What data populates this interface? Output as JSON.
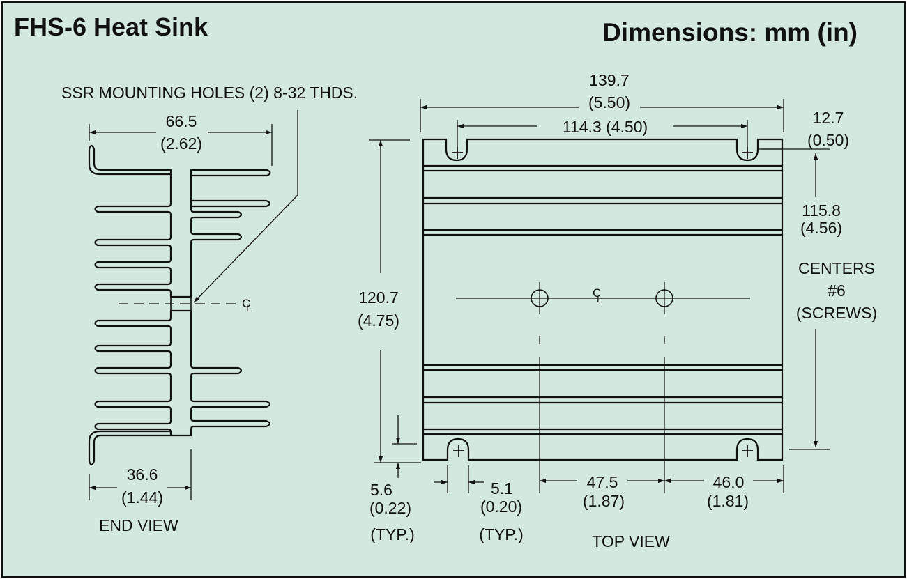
{
  "colors": {
    "background": "#d3e8de",
    "border": "#111111",
    "ink": "#111111"
  },
  "header": {
    "title": "FHS-6 Heat Sink",
    "units": "Dimensions: mm (in)"
  },
  "end_view": {
    "caption": "END VIEW",
    "mounting_note": "SSR MOUNTING HOLES (2) 8-32 THDS.",
    "width": {
      "mm": "66.5",
      "in": "(2.62)"
    },
    "base_width": {
      "mm": "36.6",
      "in": "(1.44)"
    },
    "centerline_symbol": "CL-symbol"
  },
  "top_view": {
    "caption": "TOP VIEW",
    "overall_length": {
      "mm": "139.7",
      "in": "(5.50)"
    },
    "screw_span": "114.3 (4.50)",
    "edge_offset": {
      "mm": "12.7",
      "in": "(0.50)"
    },
    "screw_center_span": {
      "mm": "115.8",
      "in": "(4.56)"
    },
    "centers_note": [
      "CENTERS",
      "#6",
      "(SCREWS)"
    ],
    "height": {
      "mm": "120.7",
      "in": "(4.75)"
    },
    "slot_offset": {
      "mm": "5.6",
      "in": "(0.22)",
      "typ": "(TYP.)"
    },
    "slot_width": {
      "mm": "5.1",
      "in": "(0.20)",
      "typ": "(TYP.)"
    },
    "hole_spacing": {
      "mm": "47.5",
      "in": "(1.87)"
    },
    "hole_to_edge": {
      "mm": "46.0",
      "in": "(1.81)"
    },
    "centerline_symbol": "CL-symbol"
  }
}
